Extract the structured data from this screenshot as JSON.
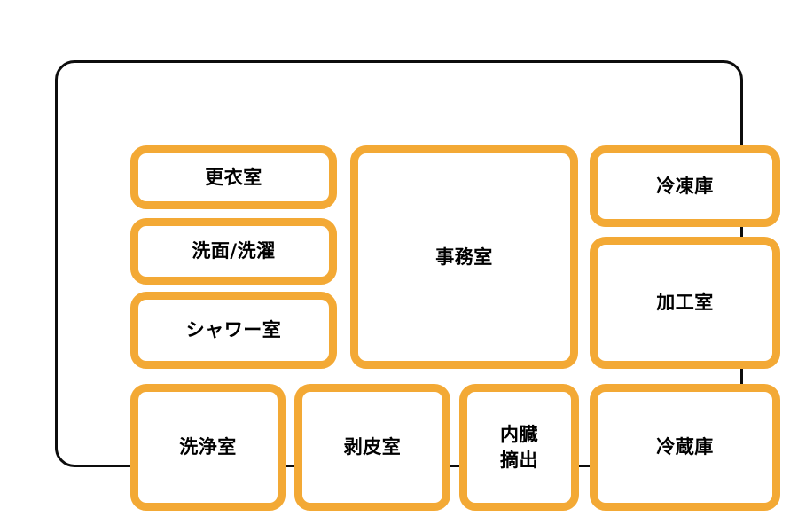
{
  "diagram": {
    "type": "floor-plan",
    "title": "",
    "colors": {
      "room_border": "#f3a935",
      "room_fill": "#ffffff",
      "building_outline": "#0d0d0d",
      "label_text": "#000000",
      "background": "#ffffff"
    },
    "building": {
      "name": "building-outline"
    },
    "rooms": [
      {
        "id": "changing",
        "label": "更衣室"
      },
      {
        "id": "washbasin",
        "label": "洗面/洗濯"
      },
      {
        "id": "shower",
        "label": "シャワー室"
      },
      {
        "id": "office",
        "label": "事務室"
      },
      {
        "id": "freezer",
        "label": "冷凍庫"
      },
      {
        "id": "processing",
        "label": "加工室"
      },
      {
        "id": "cleaning",
        "label": "洗浄室"
      },
      {
        "id": "skinning",
        "label": "剥皮室"
      },
      {
        "id": "evisceration",
        "label": "内臓\n摘出"
      },
      {
        "id": "fridge",
        "label": "冷蔵庫"
      }
    ]
  }
}
